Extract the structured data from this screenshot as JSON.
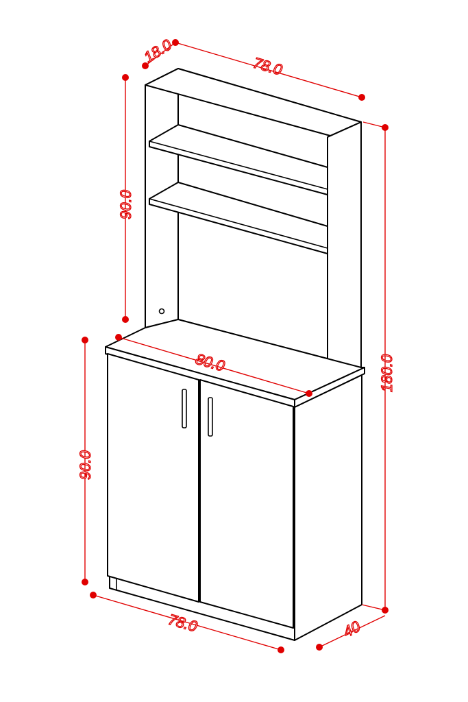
{
  "colors": {
    "dimension": "#e00000",
    "outline": "#000000",
    "background": "#ffffff"
  },
  "dimensions": {
    "top_depth": "18.0",
    "top_width": "78.0",
    "hutch_height": "90.0",
    "counter_width": "80.0",
    "total_height": "180.0",
    "base_height": "90.0",
    "base_width": "78.0",
    "base_depth": "40"
  }
}
